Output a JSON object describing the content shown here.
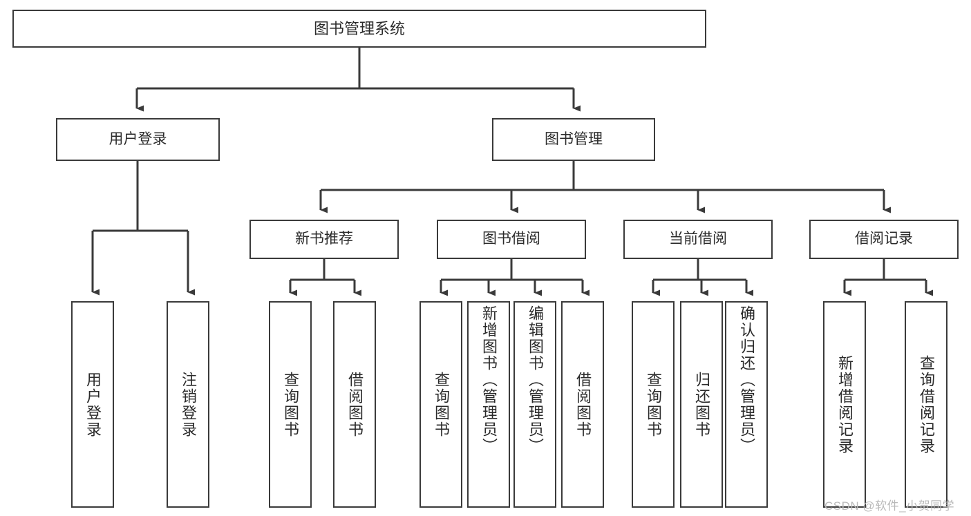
{
  "diagram": {
    "title": "图书管理系统",
    "type": "功能结构图",
    "root": {
      "label": "图书管理系统"
    },
    "level2": [
      {
        "label": "用户登录"
      },
      {
        "label": "图书管理"
      }
    ],
    "level3": [
      {
        "label": "新书推荐"
      },
      {
        "label": "图书借阅"
      },
      {
        "label": "当前借阅"
      },
      {
        "label": "借阅记录"
      }
    ],
    "leaves": {
      "user_login": [
        {
          "label": "用户登录"
        },
        {
          "label": "注销登录"
        }
      ],
      "new_book_recommend": [
        {
          "label": "查询图书"
        },
        {
          "label": "借阅图书"
        }
      ],
      "book_borrow": [
        {
          "label": "查询图书"
        },
        {
          "label": "新增图书（管理员）"
        },
        {
          "label": "编辑图书（管理员）"
        },
        {
          "label": "借阅图书"
        }
      ],
      "current_borrow": [
        {
          "label": "查询图书"
        },
        {
          "label": "归还图书"
        },
        {
          "label": "确认归还（管理员）"
        }
      ],
      "borrow_records": [
        {
          "label": "新增借阅记录"
        },
        {
          "label": "查询借阅记录"
        }
      ]
    },
    "watermark": "CSDN @软件_小贺同学",
    "colors": {
      "stroke": "#3a3a3a",
      "text": "#2b2b2b",
      "background": "#ffffff",
      "watermark": "#b9b9b9"
    }
  }
}
